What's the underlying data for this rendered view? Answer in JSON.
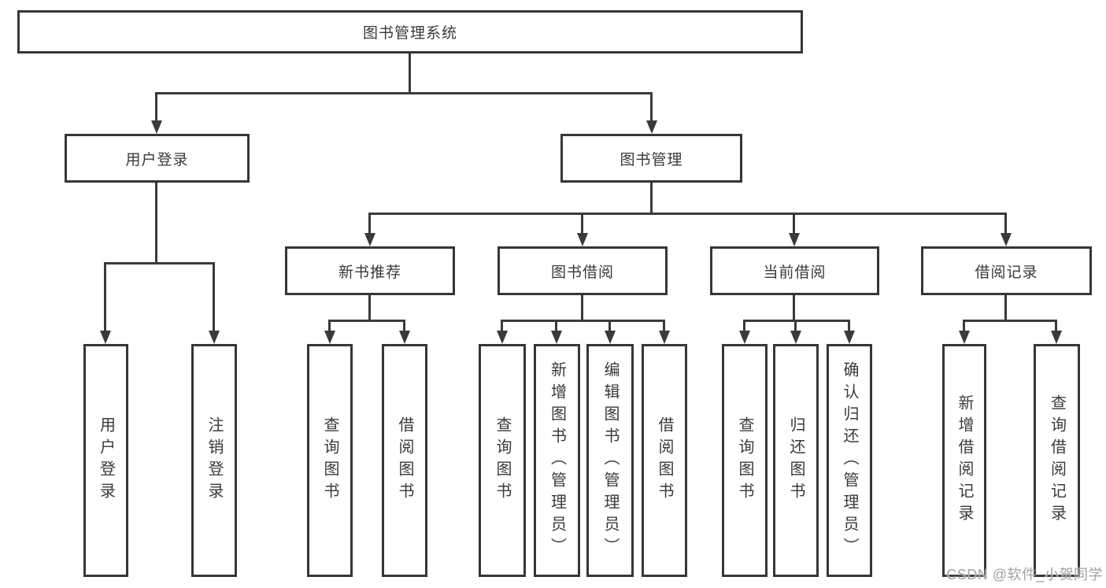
{
  "diagram": {
    "root": {
      "label": "图书管理系统"
    },
    "level2": [
      {
        "id": "user-login",
        "label": "用户登录"
      },
      {
        "id": "book-management",
        "label": "图书管理"
      }
    ],
    "level3": [
      {
        "id": "new-book-recommend",
        "label": "新书推荐"
      },
      {
        "id": "book-borrowing",
        "label": "图书借阅"
      },
      {
        "id": "current-borrowing",
        "label": "当前借阅"
      },
      {
        "id": "borrowing-records",
        "label": "借阅记录"
      }
    ],
    "leaves": [
      {
        "id": "user-login-leaf",
        "parent": "user-login",
        "label": "用户登录"
      },
      {
        "id": "logout-leaf",
        "parent": "user-login",
        "label": "注销登录"
      },
      {
        "id": "query-books-recommend",
        "parent": "new-book-recommend",
        "label": "查询图书"
      },
      {
        "id": "borrow-books-recommend",
        "parent": "new-book-recommend",
        "label": "借阅图书"
      },
      {
        "id": "query-books-borrowing",
        "parent": "book-borrowing",
        "label": "查询图书"
      },
      {
        "id": "add-books-admin",
        "parent": "book-borrowing",
        "label": "新增图书（管理员）"
      },
      {
        "id": "edit-books-admin",
        "parent": "book-borrowing",
        "label": "编辑图书（管理员）"
      },
      {
        "id": "borrow-books-borrowing",
        "parent": "book-borrowing",
        "label": "借阅图书"
      },
      {
        "id": "query-books-current",
        "parent": "current-borrowing",
        "label": "查询图书"
      },
      {
        "id": "return-books",
        "parent": "current-borrowing",
        "label": "归还图书"
      },
      {
        "id": "confirm-return-admin",
        "parent": "current-borrowing",
        "label": "确认归还（管理员）"
      },
      {
        "id": "add-borrow-record",
        "parent": "borrowing-records",
        "label": "新增借阅记录"
      },
      {
        "id": "query-borrow-record",
        "parent": "borrowing-records",
        "label": "查询借阅记录"
      }
    ],
    "watermark": "CSDN @软件_小贺同学",
    "colors": {
      "line": "#3a3a3a",
      "text": "#3a3a3a",
      "watermark": "#a2a2a2",
      "background": "#ffffff"
    }
  }
}
